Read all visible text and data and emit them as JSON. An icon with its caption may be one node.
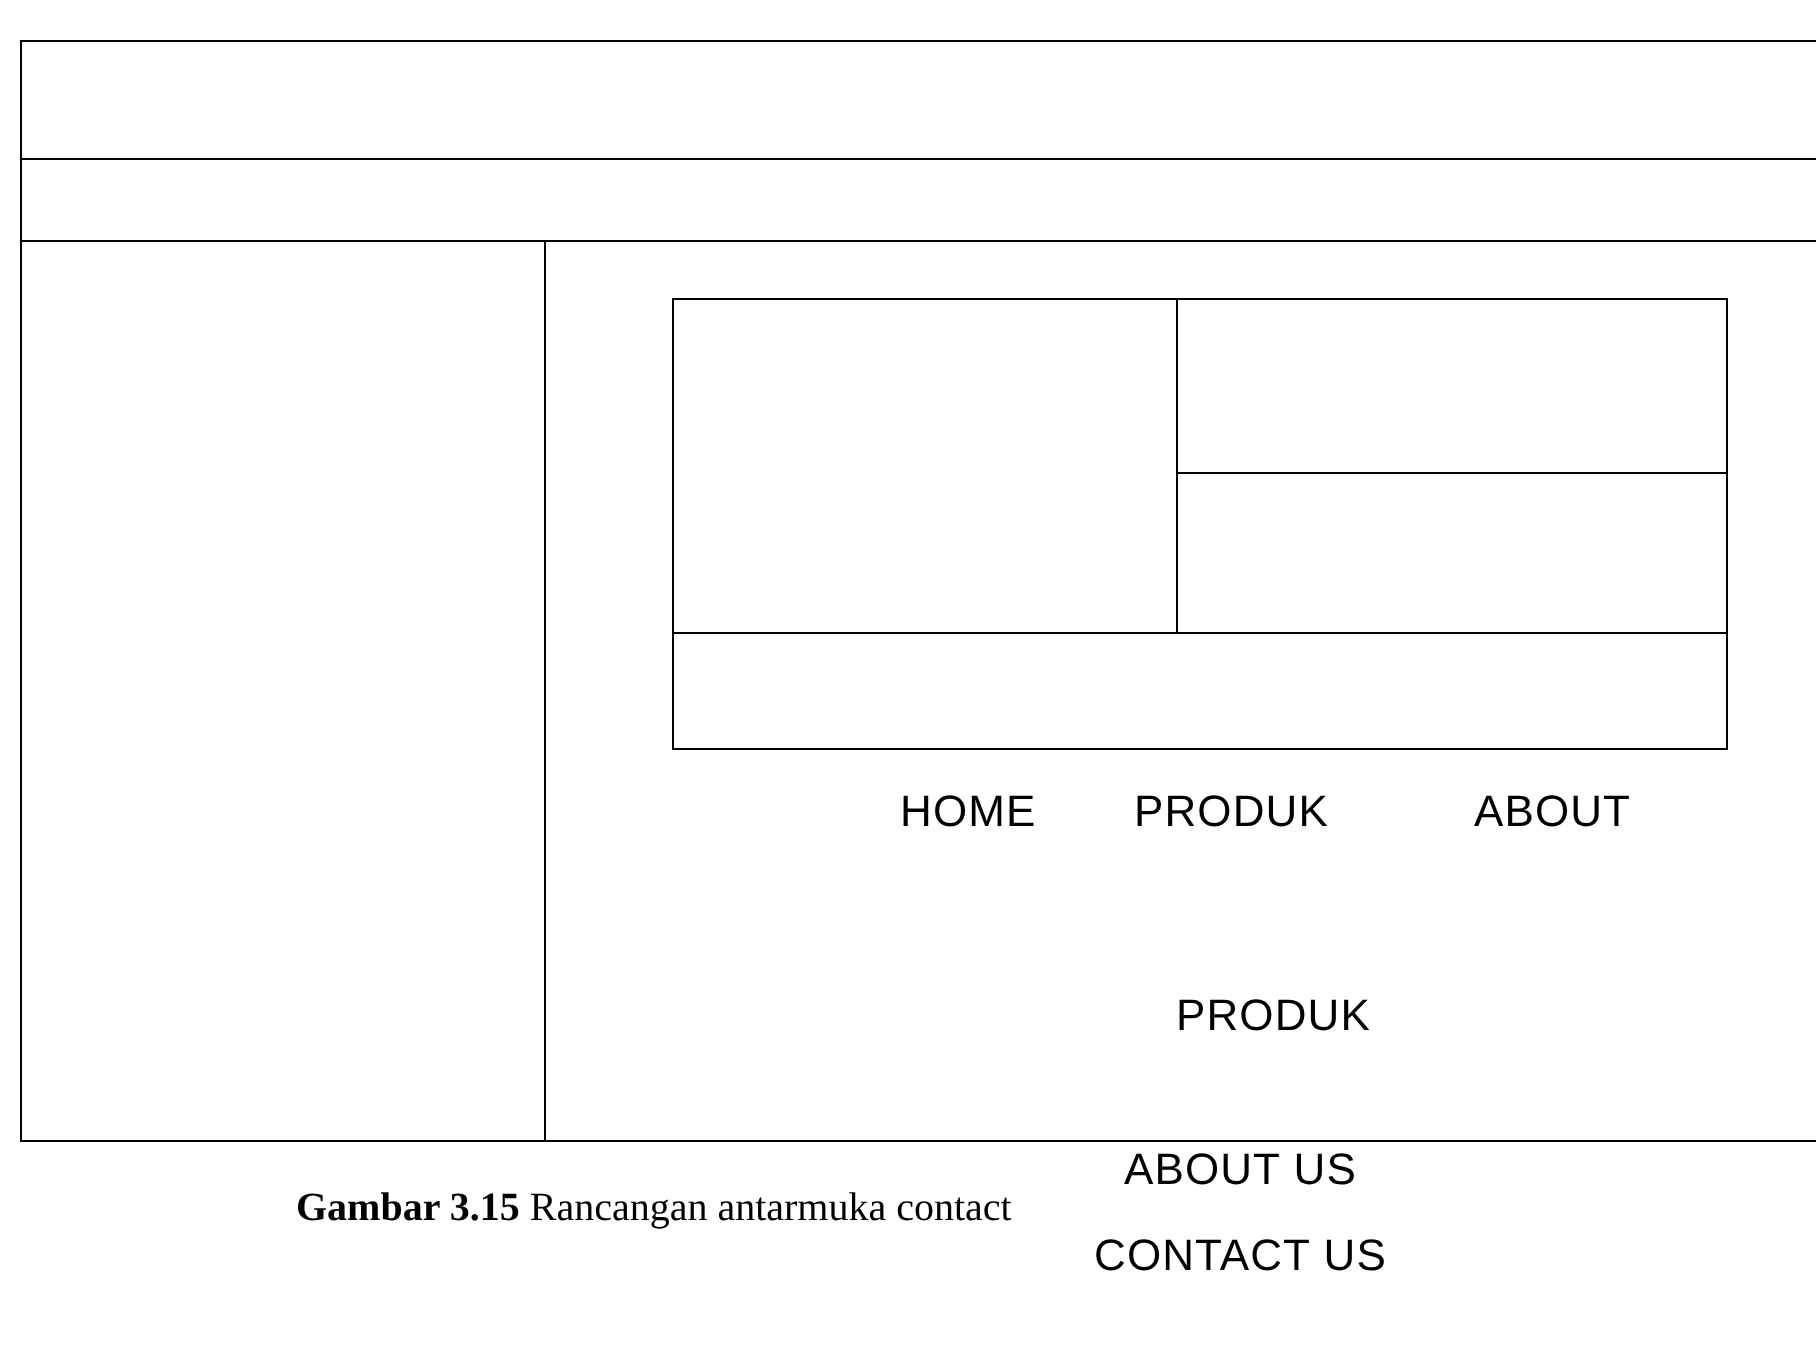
{
  "diagram": {
    "caption": "**Gambar 3.15** Rancangan antarmuka contact",
    "nodes": [
      {
        "text": [],
        "shape": "box"
      },
      {
        "text": [],
        "shape": "box"
      },
      {
        "text": [],
        "shape": "box"
      },
      {
        "text": [],
        "shape": "box"
      },
      {
        "text": [],
        "shape": "box",
        "in": 3
      },
      {
        "text": [],
        "shape": "box",
        "in": 3
      },
      {
        "text": [],
        "shape": "box",
        "in": 3
      },
      {
        "text": [],
        "shape": "box",
        "in": 3
      }
    ],
    "labels": [
      "HOME",
      "PRODUK",
      "ABOUT",
      "PRODUK",
      "ABOUT US",
      "CONTACT US"
    ]
  }
}
